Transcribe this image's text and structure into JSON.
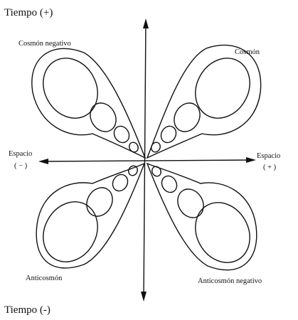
{
  "time_axis": {
    "top_label": "Tiempo (+)",
    "bottom_label": "Tiempo (-)"
  },
  "space_axis": {
    "left_label_line1": "Espacio",
    "left_label_line2": "( − )",
    "right_label_line1": "Espacio",
    "right_label_line2": "( + )"
  },
  "quadrants": {
    "top_left": "Cosmón negativo",
    "top_right": "Cosmón",
    "bottom_left": "Anticosmón",
    "bottom_right": "Anticosmón negativo"
  }
}
